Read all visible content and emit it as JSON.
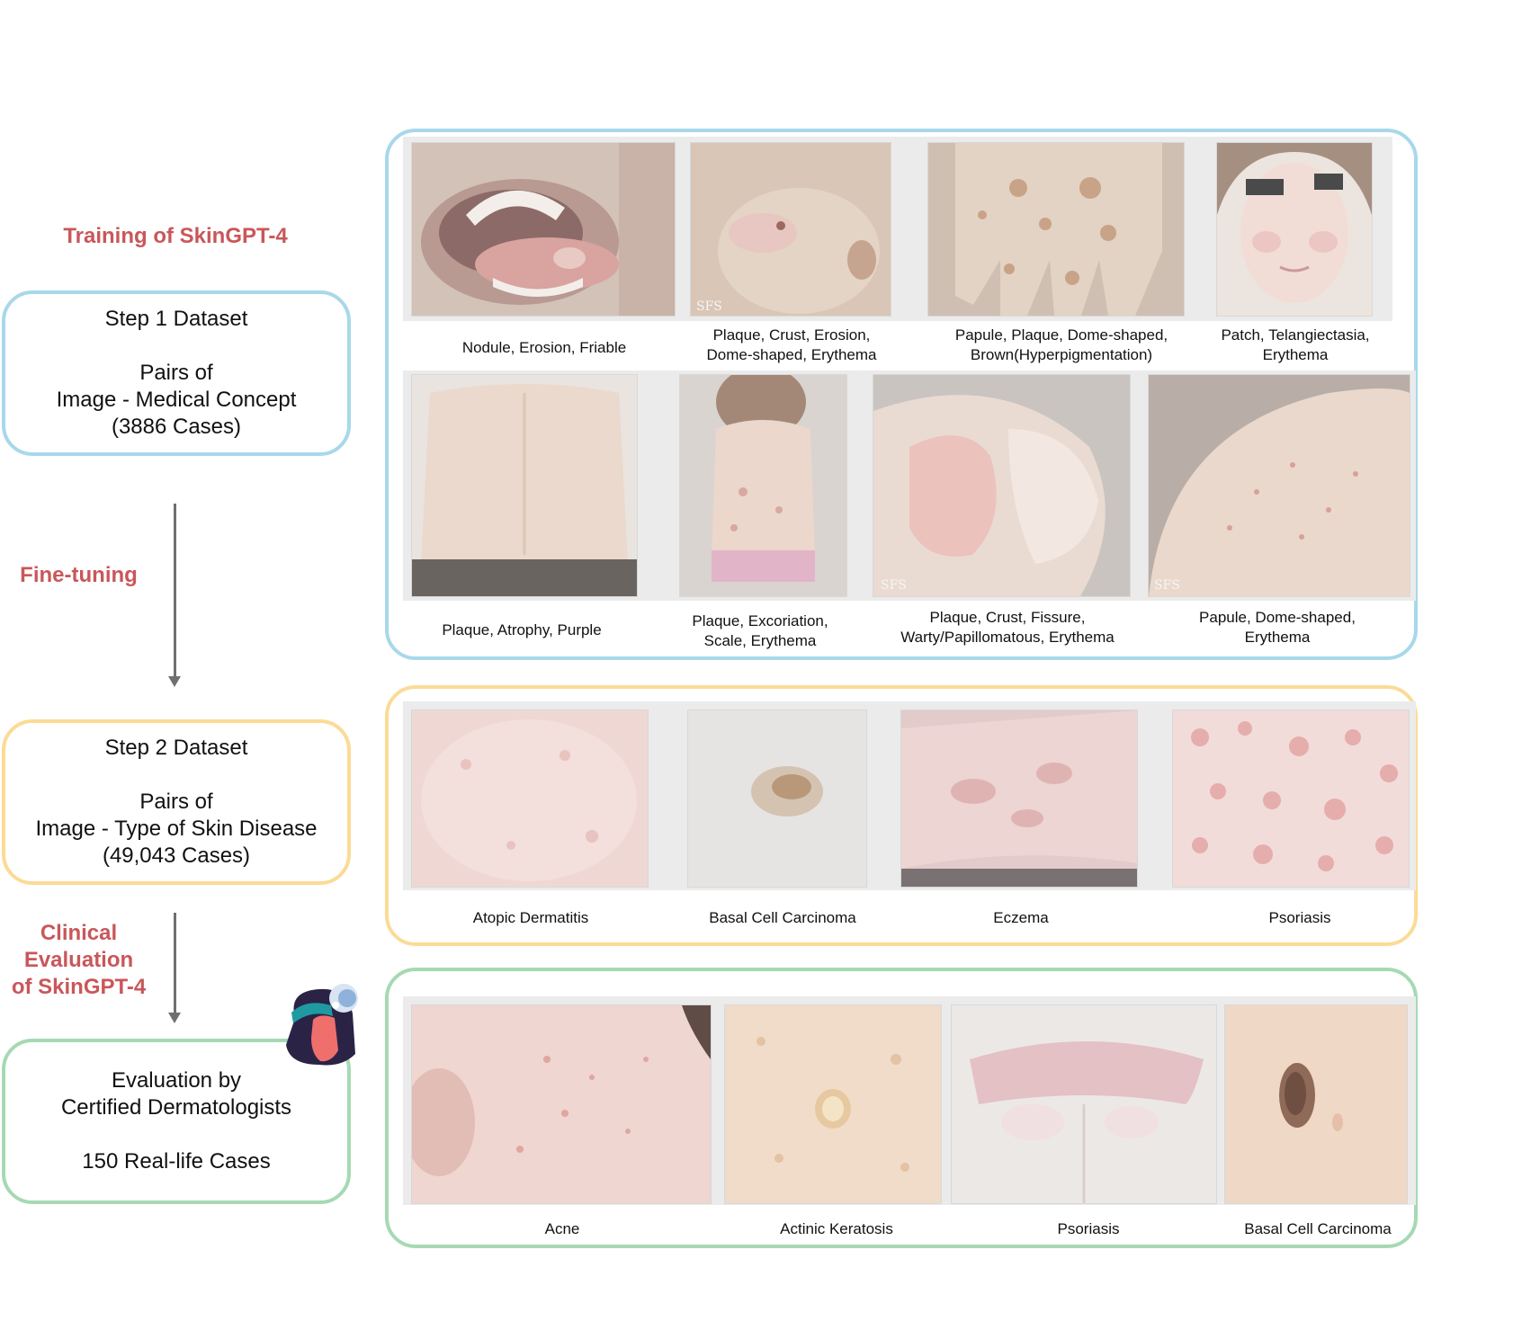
{
  "colors": {
    "label_red": "#c9575a",
    "step1_border": "#a8d8ea",
    "step2_border": "#fbdb96",
    "step3_border": "#a6d9b3",
    "arrow": "#6f6f6f"
  },
  "left": {
    "training_label": "Training of SkinGPT-4",
    "finetune_label": "Fine-tuning",
    "clinical_label": [
      "Clinical",
      "Evaluation",
      "of SkinGPT-4"
    ],
    "step1": {
      "title": "Step 1 Dataset",
      "lines": [
        "Pairs of",
        "Image - Medical Concept",
        "(3886 Cases)"
      ]
    },
    "step2": {
      "title": "Step 2 Dataset",
      "lines": [
        "Pairs of",
        "Image - Type of Skin Disease",
        "(49,043 Cases)"
      ]
    },
    "step3": {
      "title_lines": [
        "Evaluation by",
        "Certified Dermatologists"
      ],
      "cases": "150 Real-life Cases"
    },
    "dermatologist_icon": "doctor-avatar-icon"
  },
  "step1_panel": {
    "row1": [
      {
        "caption": [
          "Nodule, Erosion, Friable"
        ],
        "image": "open-mouth-tongue-lesion"
      },
      {
        "caption": [
          "Plaque, Crust, Erosion,",
          "Dome-shaped, Erythema"
        ],
        "image": "nose-skin-lesion",
        "watermark": "SFS"
      },
      {
        "caption": [
          "Papule, Plaque, Dome-shaped,",
          "Brown(Hyperpigmentation)"
        ],
        "image": "hand-papules"
      },
      {
        "caption": [
          "Patch, Telangiectasia,",
          "Erythema"
        ],
        "image": "child-face"
      }
    ],
    "row2": [
      {
        "caption": [
          "Plaque, Atrophy, Purple"
        ],
        "image": "bare-back"
      },
      {
        "caption": [
          "Plaque, Excoriation,",
          "Scale, Erythema"
        ],
        "image": "toddler-torso"
      },
      {
        "caption": [
          "Plaque, Crust, Fissure,",
          "Warty/Papillomatous, Erythema"
        ],
        "image": "scaly-knee",
        "watermark": "SFS"
      },
      {
        "caption": [
          "Papule, Dome-shaped,",
          "Erythema"
        ],
        "image": "shoulder-papules",
        "watermark": "SFS"
      }
    ]
  },
  "step2_panel": [
    {
      "caption": "Atopic Dermatitis",
      "image": "back-dermatitis"
    },
    {
      "caption": "Basal Cell Carcinoma",
      "image": "dermoscopy-lesion"
    },
    {
      "caption": "Eczema",
      "image": "arm-eczema"
    },
    {
      "caption": "Psoriasis",
      "image": "psoriasis-spots"
    }
  ],
  "step3_panel": [
    {
      "caption": "Acne",
      "image": "cheek-acne"
    },
    {
      "caption": "Actinic Keratosis",
      "image": "keratosis-lesion"
    },
    {
      "caption": "Psoriasis",
      "image": "buttock-psoriasis"
    },
    {
      "caption": "Basal Cell Carcinoma",
      "image": "mole-lesion"
    }
  ]
}
